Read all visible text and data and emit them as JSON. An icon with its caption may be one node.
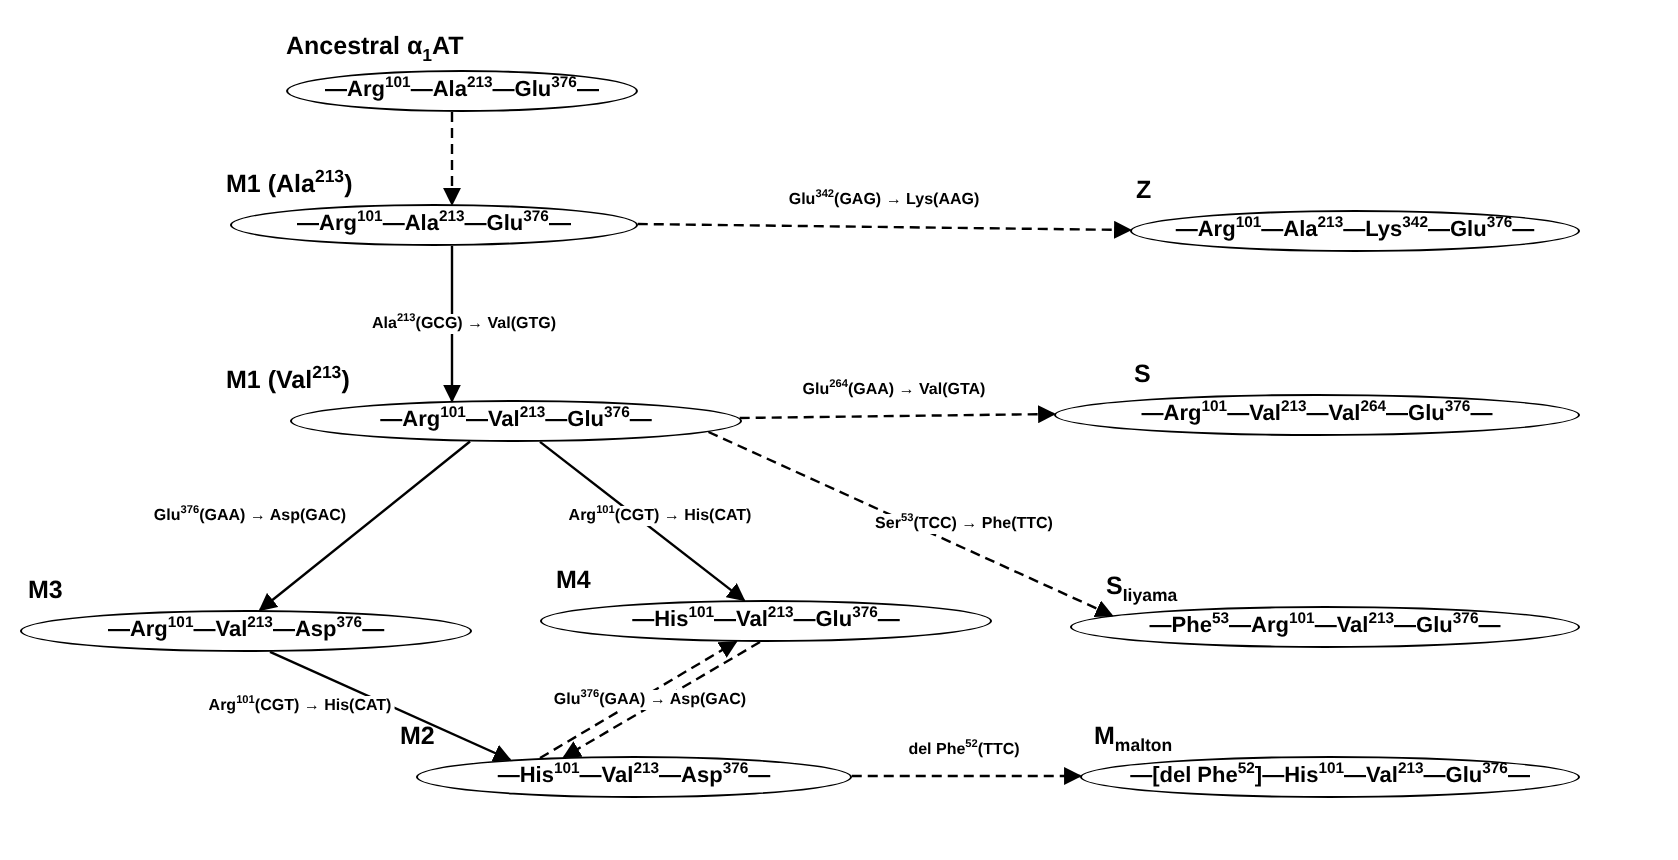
{
  "diagram": {
    "nodes": [
      {
        "text": [
          "Ancestral α$_{1}$AT",
          "—Arg$^{101}$—Ala$^{213}$—Glu$^{376}$—"
        ]
      },
      {
        "text": [
          "M1 (Ala$^{213}$)",
          "—Arg$^{101}$—Ala$^{213}$—Glu$^{376}$—"
        ]
      },
      {
        "text": [
          "Z",
          "—Arg$^{101}$—Ala$^{213}$—Lys$^{342}$—Glu$^{376}$—"
        ]
      },
      {
        "text": [
          "M1 (Val$^{213}$)",
          "—Arg$^{101}$—Val$^{213}$—Glu$^{376}$—"
        ]
      },
      {
        "text": [
          "S",
          "—Arg$^{101}$—Val$^{213}$—Val$^{264}$—Glu$^{376}$—"
        ]
      },
      {
        "text": [
          "M3",
          "—Arg$^{101}$—Val$^{213}$—Asp$^{376}$—"
        ]
      },
      {
        "text": [
          "M4",
          "—His$^{101}$—Val$^{213}$—Glu$^{376}$—"
        ]
      },
      {
        "text": [
          "S$_{Iiyama}$",
          "—Phe$^{53}$—Arg$^{101}$—Val$^{213}$—Glu$^{376}$—"
        ]
      },
      {
        "text": [
          "M2",
          "—His$^{101}$—Val$^{213}$—Asp$^{376}$—"
        ]
      },
      {
        "text": [
          "M$_{malton}$",
          "—[del Phe$^{52}$]—His$^{101}$—Val$^{213}$—Glu$^{376}$—"
        ]
      }
    ],
    "edges": [
      {
        "from": 0,
        "to": 1,
        "arrow": "to",
        "style": "dashed"
      },
      {
        "from": 1,
        "to": 2,
        "arrow": "to",
        "style": "dashed",
        "label": "Glu$^{342}$(GAG) → Lys(AAG)"
      },
      {
        "from": 1,
        "to": 3,
        "arrow": "to",
        "label": "Ala$^{213}$(GCG) → Val(GTG)"
      },
      {
        "from": 3,
        "to": 4,
        "arrow": "to",
        "style": "dashed",
        "label": "Glu$^{264}$(GAA) → Val(GTA)"
      },
      {
        "from": 3,
        "to": 7,
        "arrow": "to",
        "style": "dashed",
        "label": "Ser$^{53}$(TCC) → Phe(TTC)"
      },
      {
        "from": 3,
        "to": 5,
        "arrow": "to",
        "label": "Glu$^{376}$(GAA) → Asp(GAC)"
      },
      {
        "from": 3,
        "to": 6,
        "arrow": "to",
        "label": "Arg$^{101}$(CGT) → His(CAT)"
      },
      {
        "from": 5,
        "to": 8,
        "arrow": "to",
        "label": "Arg$^{101}$(CGT) → His(CAT)"
      },
      {
        "from": 8,
        "to": 6,
        "arrow": "to",
        "style": "dashed",
        "label": "Glu$^{376}$(GAA) → Asp(GAC)"
      },
      {
        "from": 6,
        "to": 8,
        "arrow": "to",
        "style": "dashed"
      },
      {
        "from": 8,
        "to": 9,
        "arrow": "to",
        "style": "dashed",
        "label": "del Phe$^{52}$(TTC)"
      }
    ]
  }
}
